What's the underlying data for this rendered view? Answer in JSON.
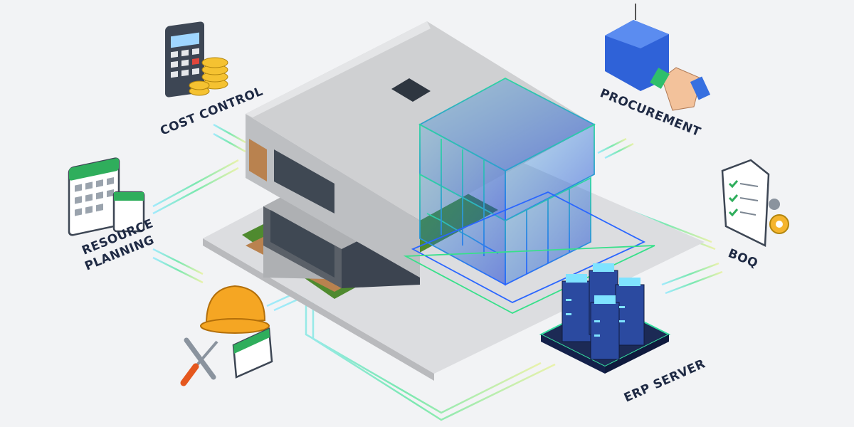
{
  "labels": {
    "cost_control": "COST CONTROL",
    "procurement": "PROCUREMENT",
    "resource_planning_1": "RESOURCE",
    "resource_planning_2": "PLANNING",
    "boq": "BOQ",
    "erp_server": "ERP SERVER"
  },
  "colors": {
    "background": "#f2f3f5",
    "concrete": "#c9cacc",
    "wireframe_green": "#37e08a",
    "wireframe_blue": "#2f7bff",
    "text": "#1f2a44",
    "wood": "#b9824f",
    "grass": "#4f8a2f"
  }
}
